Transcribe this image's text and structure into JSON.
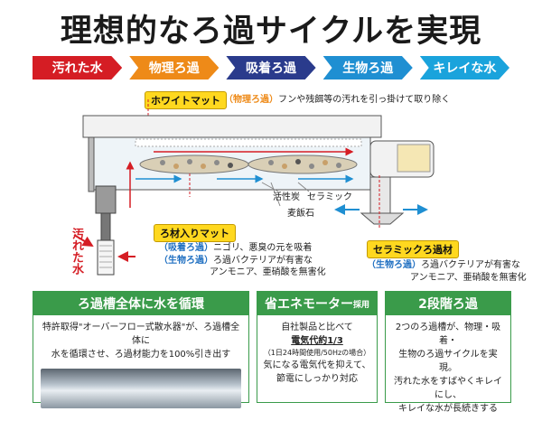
{
  "title": "理想的なろ過サイクルを実現",
  "flow": [
    {
      "label": "汚れた水",
      "color": "#d51d24"
    },
    {
      "label": "物理ろ過",
      "color": "#ee8a18"
    },
    {
      "label": "吸着ろ過",
      "color": "#2a3b8c"
    },
    {
      "label": "生物ろ過",
      "color": "#1f8fd2"
    },
    {
      "label": "キレイな水",
      "color": "#1aa3dc"
    }
  ],
  "white_mat": {
    "tag": "ホワイトマット",
    "type": "（物理ろ過）",
    "desc": "フンや残餌等の汚れを引っ掛けて取り除く"
  },
  "media_labels": {
    "carbon": "活性炭",
    "ceramic": "セラミック",
    "stone": "麦飯石"
  },
  "dirty_water": "汚れた水",
  "media_mat": {
    "tag": "ろ材入りマット",
    "line1_type": "（吸着ろ過）",
    "line1_desc": "ニゴリ、悪臭の元を吸着",
    "line2_type": "（生物ろ過）",
    "line2_desc": "ろ過バクテリアが有害な",
    "line3": "アンモニア、亜硝酸を無害化"
  },
  "ceramic_media": {
    "tag": "セラミックろ過材",
    "line1_type": "（生物ろ過）",
    "line1_desc": "ろ過バクテリアが有害な",
    "line2": "アンモニア、亜硝酸を無害化"
  },
  "panels": [
    {
      "title": "ろ過槽全体に水を循環",
      "lines": [
        "特許取得\"オーバーフロー式散水器\"が、ろ過槽全体に",
        "水を循環させ、ろ過材能力を100%引き出す"
      ]
    },
    {
      "title": "省エネモーター",
      "title_small": "採用",
      "lines": [
        "自社製品と比べて"
      ],
      "highlight": "電気代約1/3",
      "small": "（1日24時間使用/50Hzの場合）",
      "lines2": [
        "気になる電気代を抑えて、",
        "節電にしっかり対応"
      ]
    },
    {
      "title": "2段階ろ過",
      "lines": [
        "2つのろ過槽が、物理・吸着・",
        "生物のろ過サイクルを実現。",
        "汚れた水をすばやくキレイにし、",
        "キレイな水が長続きする"
      ]
    }
  ]
}
